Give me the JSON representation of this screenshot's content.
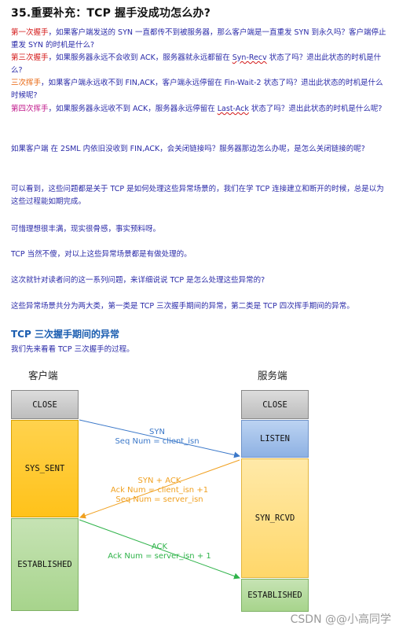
{
  "title": "35.重要补充：TCP 握手没成功怎么办?",
  "paragraphs": [
    {
      "lead": "第一次握手",
      "text": "，如果客户端发送的 SYN 一直都传不到被服务器，那么客户端是一直重发 SYN 到永久吗？客户端停止重发 SYN 的时机是什么?"
    },
    {
      "lead": "第三次握手",
      "text_a": "，如果服务器永远不会收到 ACK，服务器就永远都留在 ",
      "underline": "Syn-Recv",
      "text_b": " 状态了吗？退出此状态的时机是什么?"
    },
    {
      "lead": "三次挥手",
      "text": "，如果客户端永远收不到 FIN,ACK，客户端永远停留在 Fin-Wait-2 状态了吗？退出此状态的时机是什么时候呢?"
    },
    {
      "lead": "第四次挥手",
      "text_a": "，如果服务器永远收不到 ACK，服务器永远停留在 ",
      "underline": "Last-Ack",
      "text_b": " 状态了吗？退出此状态的时机是什么呢?"
    }
  ],
  "body": [
    "如果客户端 在 2SML 内依旧没收到 FIN,ACK，会关闭链接吗？服务器那边怎么办呢，是怎么关闭链接的呢?",
    "可以看到，这些问题都是关于 TCP 是如何处理这些异常场景的，我们在学 TCP 连接建立和断开的时候，总是以为这些过程能如期完成。",
    "可惜理想很丰满，现实很骨感，事实预料呀。",
    "TCP 当然不傻，对以上这些异常场景都是有做处理的。",
    "这次就针对读者问的这一系列问题，来详细说说 TCP 是怎么处理这些异常的?",
    "这些异常场景共分为两大类，第一类是 TCP 三次握手期间的异常，第二类是 TCP 四次挥手期间的异常。"
  ],
  "section_title": "TCP 三次握手期间的异常",
  "section_sub": "我们先来看看 TCP 三次握手的过程。",
  "diagram": {
    "client_title": "客户端",
    "server_title": "服务端",
    "client_states": [
      "CLOSE",
      "SYS_SENT",
      "ESTABLISHED"
    ],
    "server_states": [
      "CLOSE",
      "LISTEN",
      "SYN_RCVD",
      "ESTABLISHED"
    ],
    "msg1": [
      "SYN",
      "Seq Num = client_isn"
    ],
    "msg2": [
      "SYN + ACK",
      "Ack Num =  client_isn +1",
      "Seq Num = server_isn"
    ],
    "msg3": [
      "ACK",
      "Ack Num = server_isn + 1"
    ]
  },
  "colors": {
    "syn": "#3b78c9",
    "synack": "#f0a020",
    "ack": "#2fb34a"
  },
  "watermark": "CSDN @@小高同学"
}
